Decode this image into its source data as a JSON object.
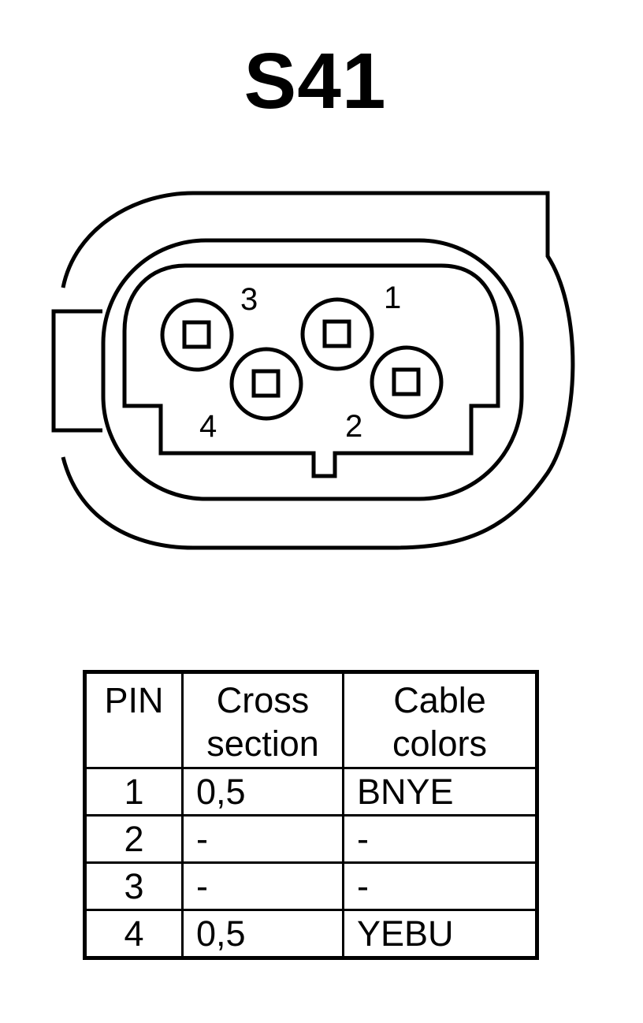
{
  "title": "S41",
  "connector": {
    "pin_labels": [
      "1",
      "2",
      "3",
      "4"
    ]
  },
  "table": {
    "headers": {
      "pin": [
        "PIN"
      ],
      "cross_section": [
        "Cross",
        "section"
      ],
      "cable_colors": [
        "Cable",
        "colors"
      ]
    },
    "rows": [
      {
        "pin": "1",
        "cross_section": "0,5",
        "cable_color": "BNYE"
      },
      {
        "pin": "2",
        "cross_section": "-",
        "cable_color": "-"
      },
      {
        "pin": "3",
        "cross_section": "-",
        "cable_color": "-"
      },
      {
        "pin": "4",
        "cross_section": "0,5",
        "cable_color": "YEBU"
      }
    ]
  }
}
